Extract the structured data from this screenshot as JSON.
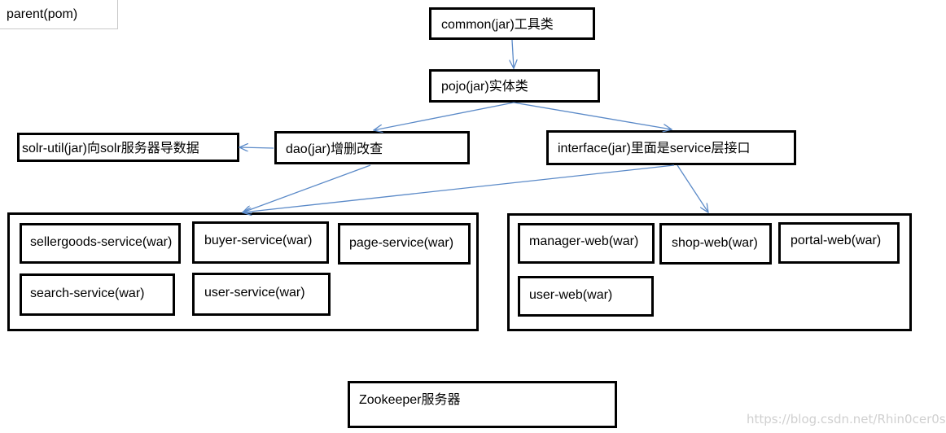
{
  "parent": "parent(pom)",
  "nodes": {
    "common": "common(jar)工具类",
    "pojo": "pojo(jar)实体类",
    "dao": "dao(jar)增删改查",
    "solr_util": "solr-util(jar)向solr服务器导数据",
    "interface": "interface(jar)里面是service层接口",
    "zookeeper": "Zookeeper服务器"
  },
  "services": {
    "sellergoods": "sellergoods-service(war)",
    "buyer": "buyer-service(war)",
    "page": "page-service(war)",
    "search": "search-service(war)",
    "user": "user-service(war)"
  },
  "webs": {
    "manager": "manager-web(war)",
    "shop": "shop-web(war)",
    "portal": "portal-web(war)",
    "user": "user-web(war)"
  },
  "watermark": "https://blog.csdn.net/Rhin0cer0s",
  "colors": {
    "arrow": "#5b8ac8",
    "border": "#000000"
  }
}
